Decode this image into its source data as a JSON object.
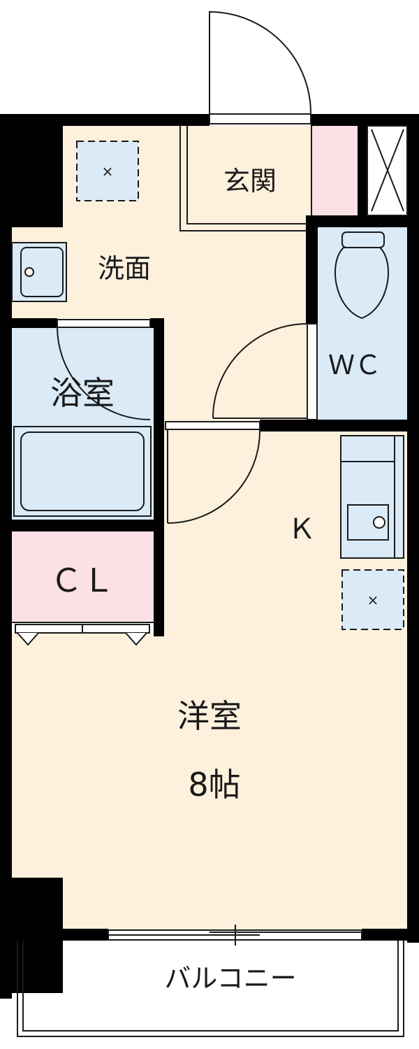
{
  "rooms": {
    "entrance": "玄関",
    "washroom": "洗面",
    "toilet": "ＷＣ",
    "bath": "浴室",
    "kitchen": "Ｋ",
    "closet": "ＣＬ",
    "western_room": "洋室",
    "western_room_size": "8帖",
    "balcony": "バルコニー"
  },
  "symbols": {
    "vent_mark": "×"
  },
  "colors": {
    "floor": "#fdf1dd",
    "wet_area": "#dbeaf7",
    "closet": "#fbe1e5",
    "wall": "#000000",
    "outline": "#1a1a1a"
  },
  "icons": [
    "door-swing-icon",
    "toilet-icon",
    "washbasin-icon",
    "bathtub-icon",
    "sink-icon",
    "vent-icon",
    "sliding-window-icon"
  ]
}
